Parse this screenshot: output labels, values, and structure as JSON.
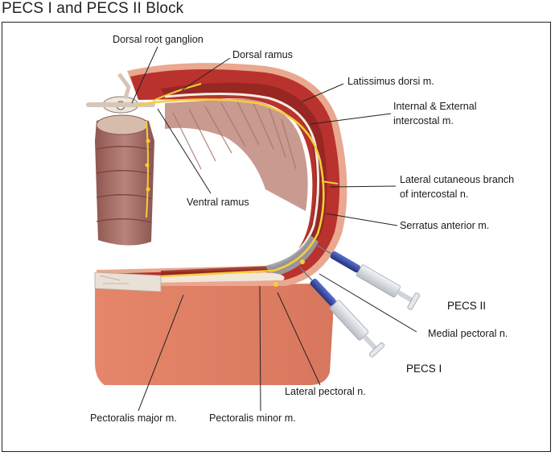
{
  "title": "PECS I and PECS II Block",
  "labels": {
    "dorsal_root_ganglion": "Dorsal root ganglion",
    "dorsal_ramus": "Dorsal ramus",
    "latissimus_dorsi": "Latissimus dorsi m.",
    "intercostal_line1": "Internal & External",
    "intercostal_line2": "intercostal m.",
    "lateral_cutaneous_line1": "Lateral cutaneous branch",
    "lateral_cutaneous_line2": "of intercostal n.",
    "ventral_ramus": "Ventral ramus",
    "serratus_anterior": "Serratus anterior m.",
    "pecs_ii": "PECS II",
    "medial_pectoral": "Medial pectoral n.",
    "pecs_i": "PECS I",
    "lateral_pectoral": "Lateral pectoral n.",
    "pectoralis_major": "Pectoralis major m.",
    "pectoralis_minor": "Pectoralis minor m."
  },
  "colors": {
    "muscle_red": "#b8322e",
    "muscle_dark": "#8e2420",
    "skin": "#e2826a",
    "skin_light": "#f0b49a",
    "vertebra": "#a8706a",
    "nerve": "#f2cf3a",
    "fascia": "#f3ede6",
    "syringe_blue": "#3a4fa8",
    "syringe_barrel": "#d9dde2"
  }
}
